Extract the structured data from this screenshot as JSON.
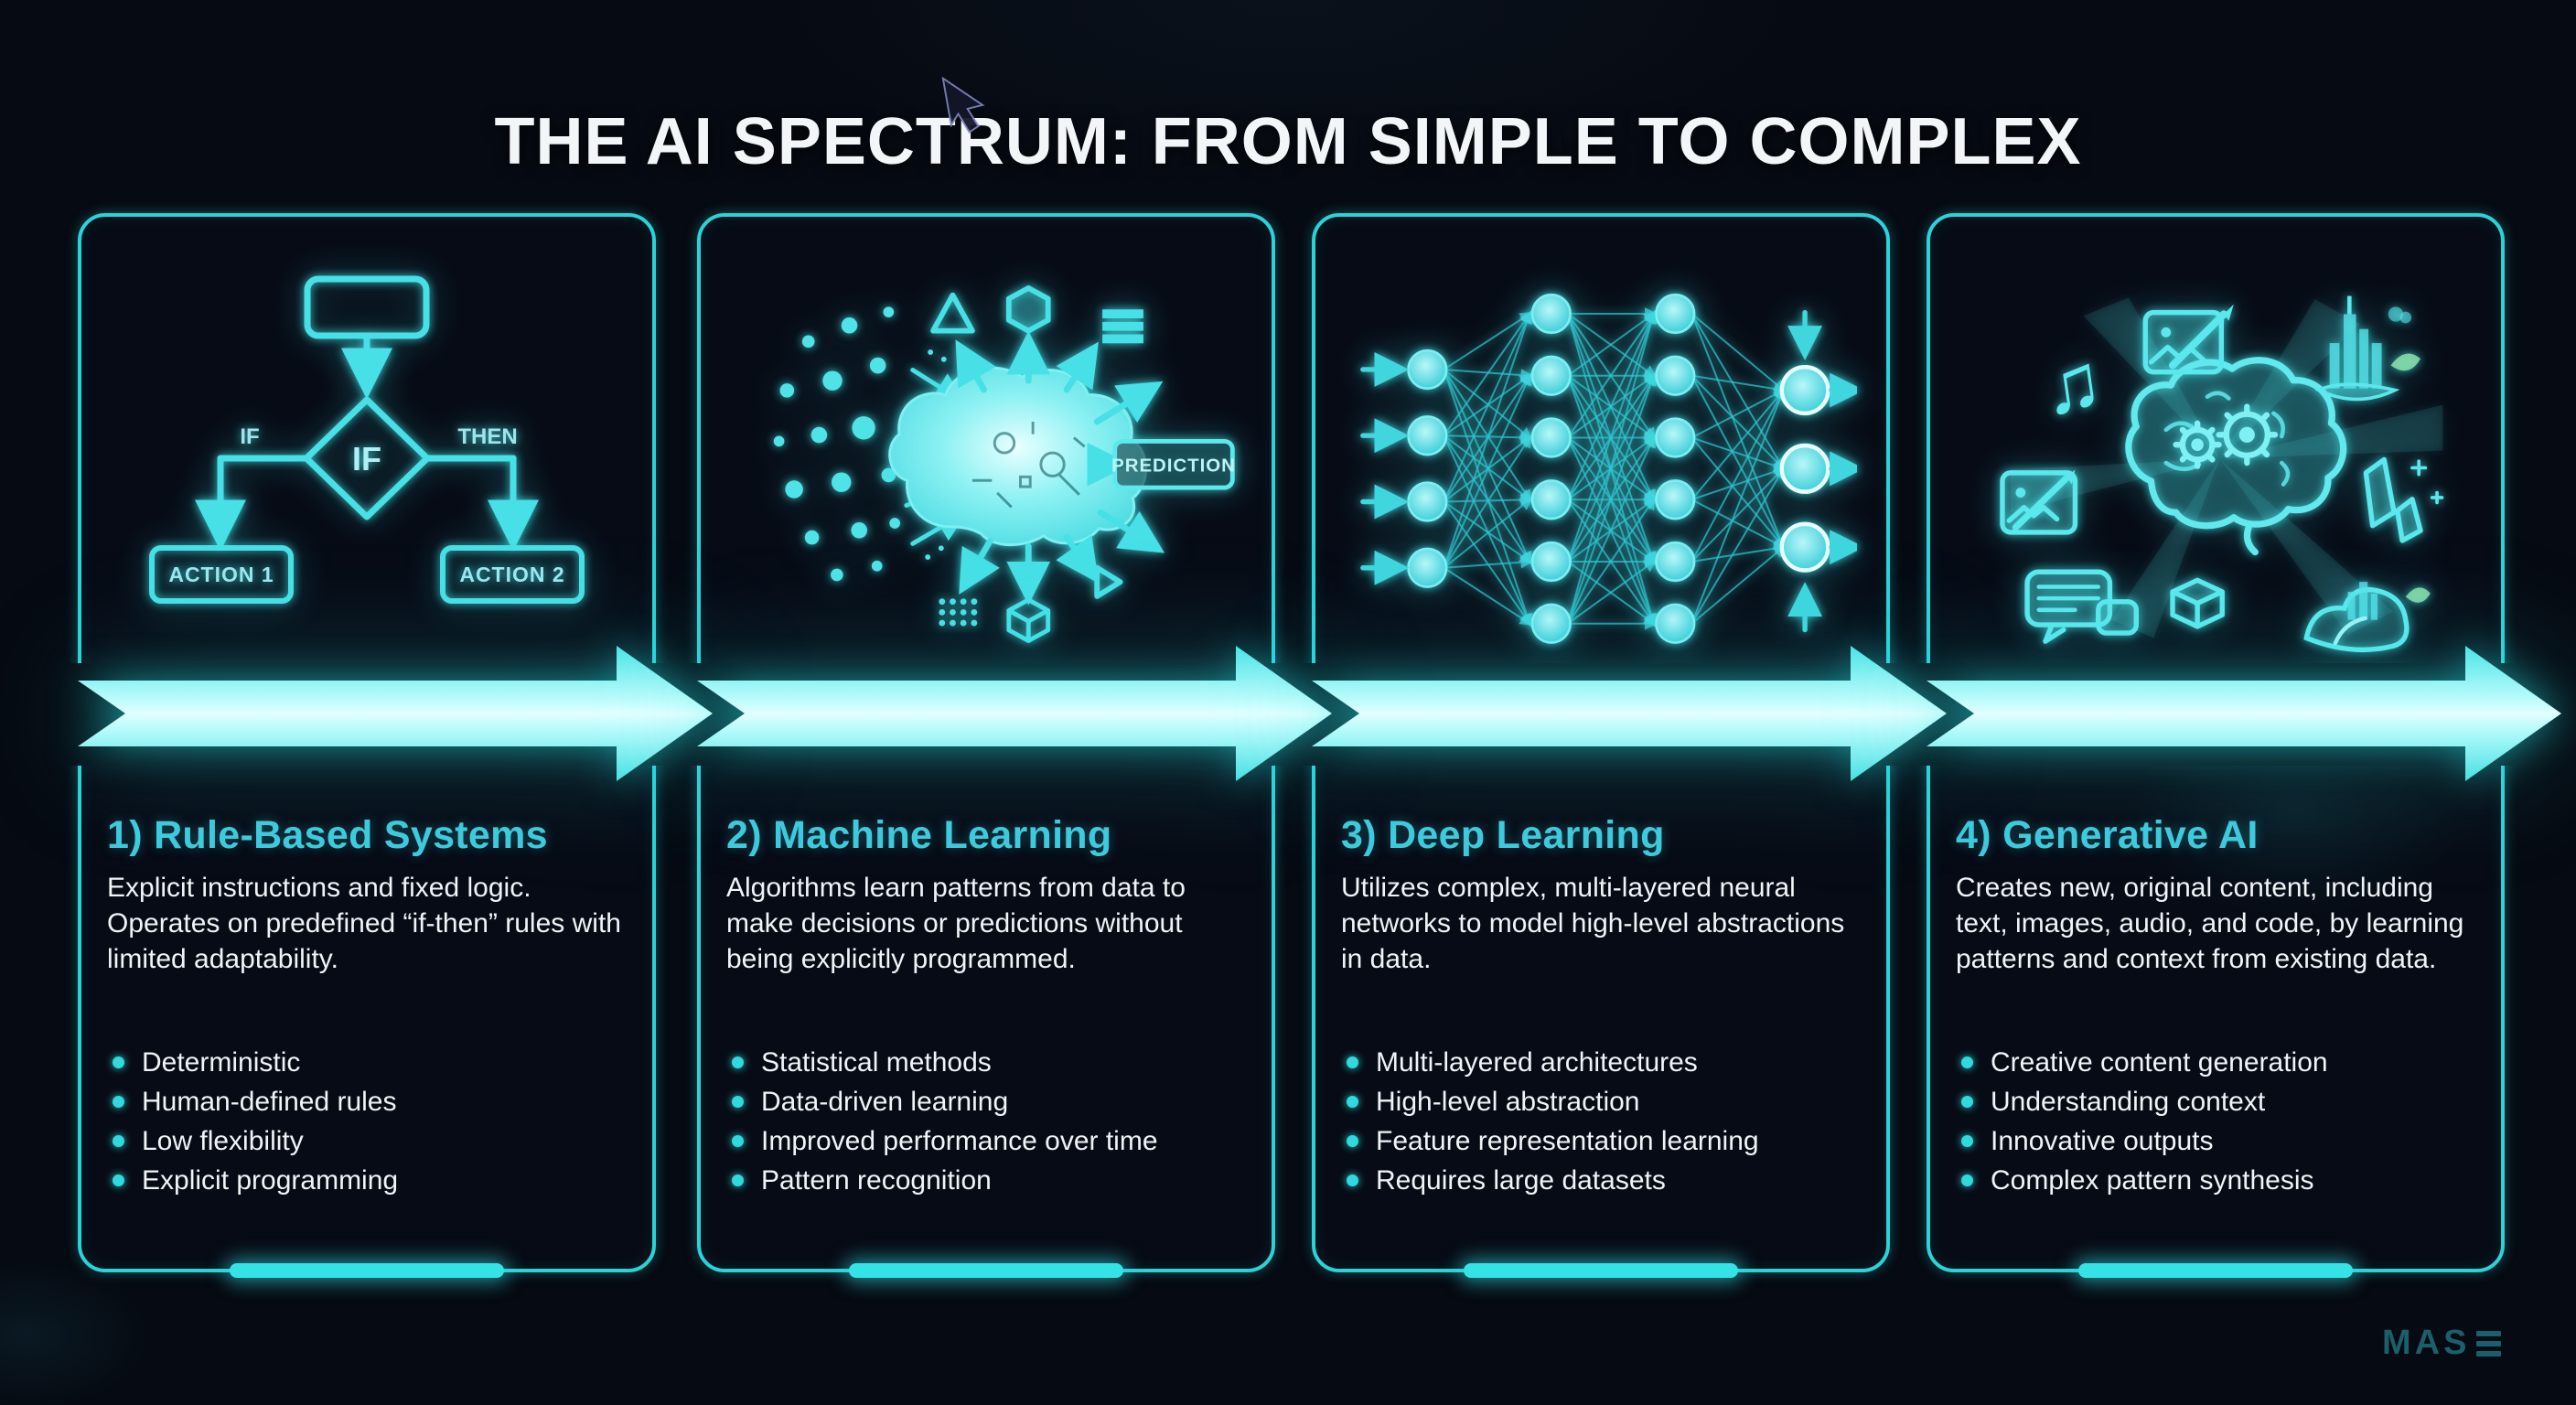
{
  "title": "THE AI SPECTRUM: FROM SIMPLE TO COMPLEX",
  "colors": {
    "background": "#060a12",
    "card_border": "#2bd3d9",
    "heading": "#3ecadd",
    "arrow": "#4fe8ea",
    "body_text": "#f0f4f7",
    "bullet_dot": "#2fd9de",
    "logo": "#1a5f6a"
  },
  "brand": {
    "name": "MASE",
    "visible_prefix": "MAS"
  },
  "panels": [
    {
      "heading": "1) Rule-Based Systems",
      "description": "Explicit instructions and fixed logic. Operates on predefined “if-then” rules with limited adaptability.",
      "bullets": [
        "Deterministic",
        "Human-defined rules",
        "Low flexibility",
        "Explicit programming"
      ],
      "illustration": {
        "type": "flowchart",
        "labels": {
          "condition": "IF",
          "branch_left": "IF",
          "branch_right": "THEN",
          "action1": "ACTION 1",
          "action2": "ACTION 2"
        }
      }
    },
    {
      "heading": "2) Machine Learning",
      "description": "Algorithms learn patterns from data to make decisions or predictions without being explicitly programmed.",
      "bullets": [
        "Statistical methods",
        "Data-driven learning",
        "Improved performance over time",
        "Pattern recognition"
      ],
      "illustration": {
        "type": "data-cloud-prediction",
        "labels": {
          "output": "PREDICTION"
        }
      }
    },
    {
      "heading": "3) Deep Learning",
      "description": "Utilizes complex, multi-layered neural networks to model high-level abstractions in data.",
      "bullets": [
        "Multi-layered architectures",
        "High-level abstraction",
        "Feature representation learning",
        "Requires large datasets"
      ],
      "illustration": {
        "type": "neural-network",
        "layers": [
          4,
          6,
          6,
          3
        ]
      }
    },
    {
      "heading": "4) Generative AI",
      "description": "Creates new, original content, including text, images, audio, and code, by learning patterns and context from existing data.",
      "bullets": [
        "Creative content generation",
        "Understanding context",
        "Innovative outputs",
        "Complex pattern synthesis"
      ],
      "illustration": {
        "type": "brain-collage",
        "icons": [
          "music-note",
          "image-paintbrush",
          "city-leaf",
          "image-pen",
          "brain-gears",
          "crystals",
          "speech-bubbles",
          "cube",
          "landscape"
        ]
      }
    }
  ]
}
